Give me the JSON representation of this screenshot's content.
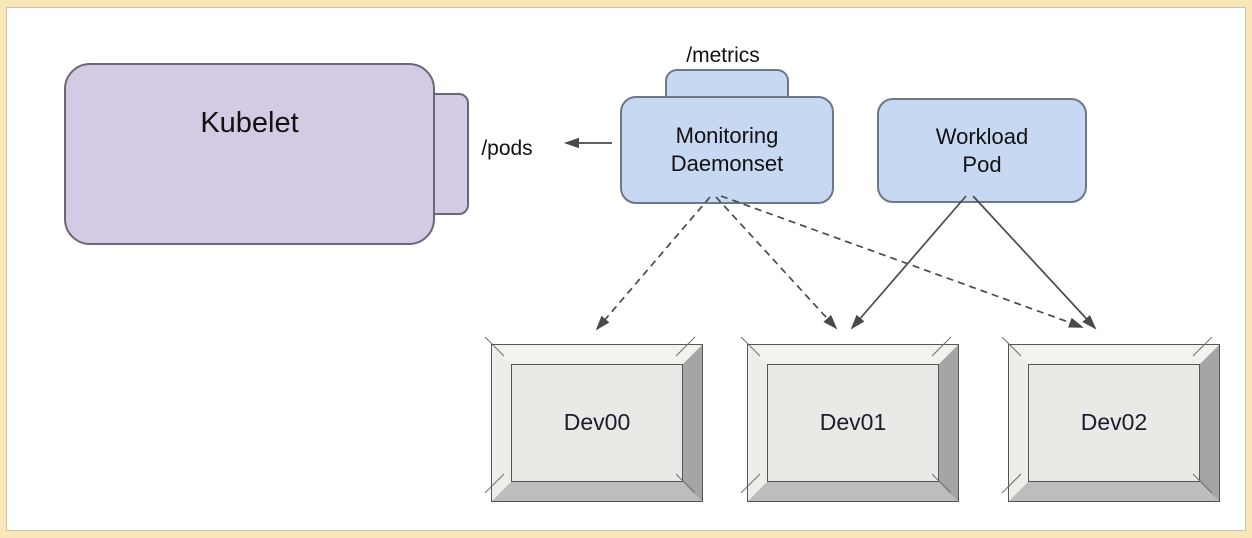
{
  "diagram": {
    "kubelet": {
      "label": "Kubelet",
      "endpoint_label": "/pods"
    },
    "monitoring_daemonset": {
      "label": "Monitoring\nDaemonset",
      "endpoint_label": "/metrics"
    },
    "workload_pod": {
      "label": "Workload\nPod"
    },
    "devices": [
      {
        "label": "Dev00"
      },
      {
        "label": "Dev01"
      },
      {
        "label": "Dev02"
      }
    ],
    "edges": [
      {
        "from": "monitoring-daemonset",
        "to": "kubelet-pods-endpoint",
        "style": "solid-arrow"
      },
      {
        "from": "monitoring-daemonset",
        "to": "dev00",
        "style": "dashed-arrow"
      },
      {
        "from": "monitoring-daemonset",
        "to": "dev01",
        "style": "dashed-arrow"
      },
      {
        "from": "monitoring-daemonset",
        "to": "dev02",
        "style": "dashed-arrow"
      },
      {
        "from": "workload-pod",
        "to": "dev01",
        "style": "solid-arrow"
      },
      {
        "from": "workload-pod",
        "to": "dev02",
        "style": "solid-arrow"
      }
    ],
    "colors": {
      "frame": "#f9e7ba",
      "canvas": "#ffffff",
      "kubelet_fill": "#d3cbe4",
      "pod_fill": "#c7d8f2",
      "device_fill": "#e9e9e6",
      "connector": "#4a4a4a"
    }
  }
}
